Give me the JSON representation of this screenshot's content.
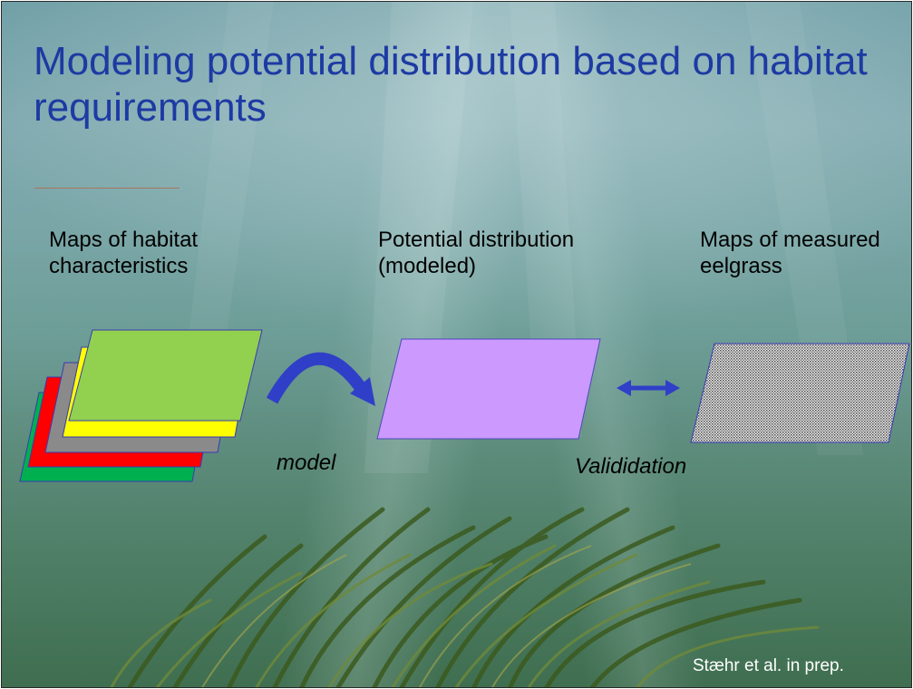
{
  "slide": {
    "title": "Modeling potential distribution based on habitat requirements",
    "columns": {
      "habitat": "Maps of habitat characteristics",
      "potential": "Potential distribution (modeled)",
      "measured": "Maps of measured eelgrass"
    },
    "arrows": {
      "model": "model",
      "validation": "Valididation"
    },
    "credit": "Stæhr et al. in prep."
  },
  "colors": {
    "title": "#1d3aa3",
    "arrow": "#2f3fc8",
    "layer_top": "#92d050",
    "layer_yellow": "#ffff00",
    "layer_gray": "#8a8a8a",
    "layer_red": "#ff0000",
    "layer_green": "#00b050",
    "potential_map": "#cc99ff",
    "measured_map_pattern": "dotted-gray"
  },
  "icons": {
    "model_arrow": "curved-arrow-right",
    "validation_arrow": "double-headed-arrow"
  }
}
